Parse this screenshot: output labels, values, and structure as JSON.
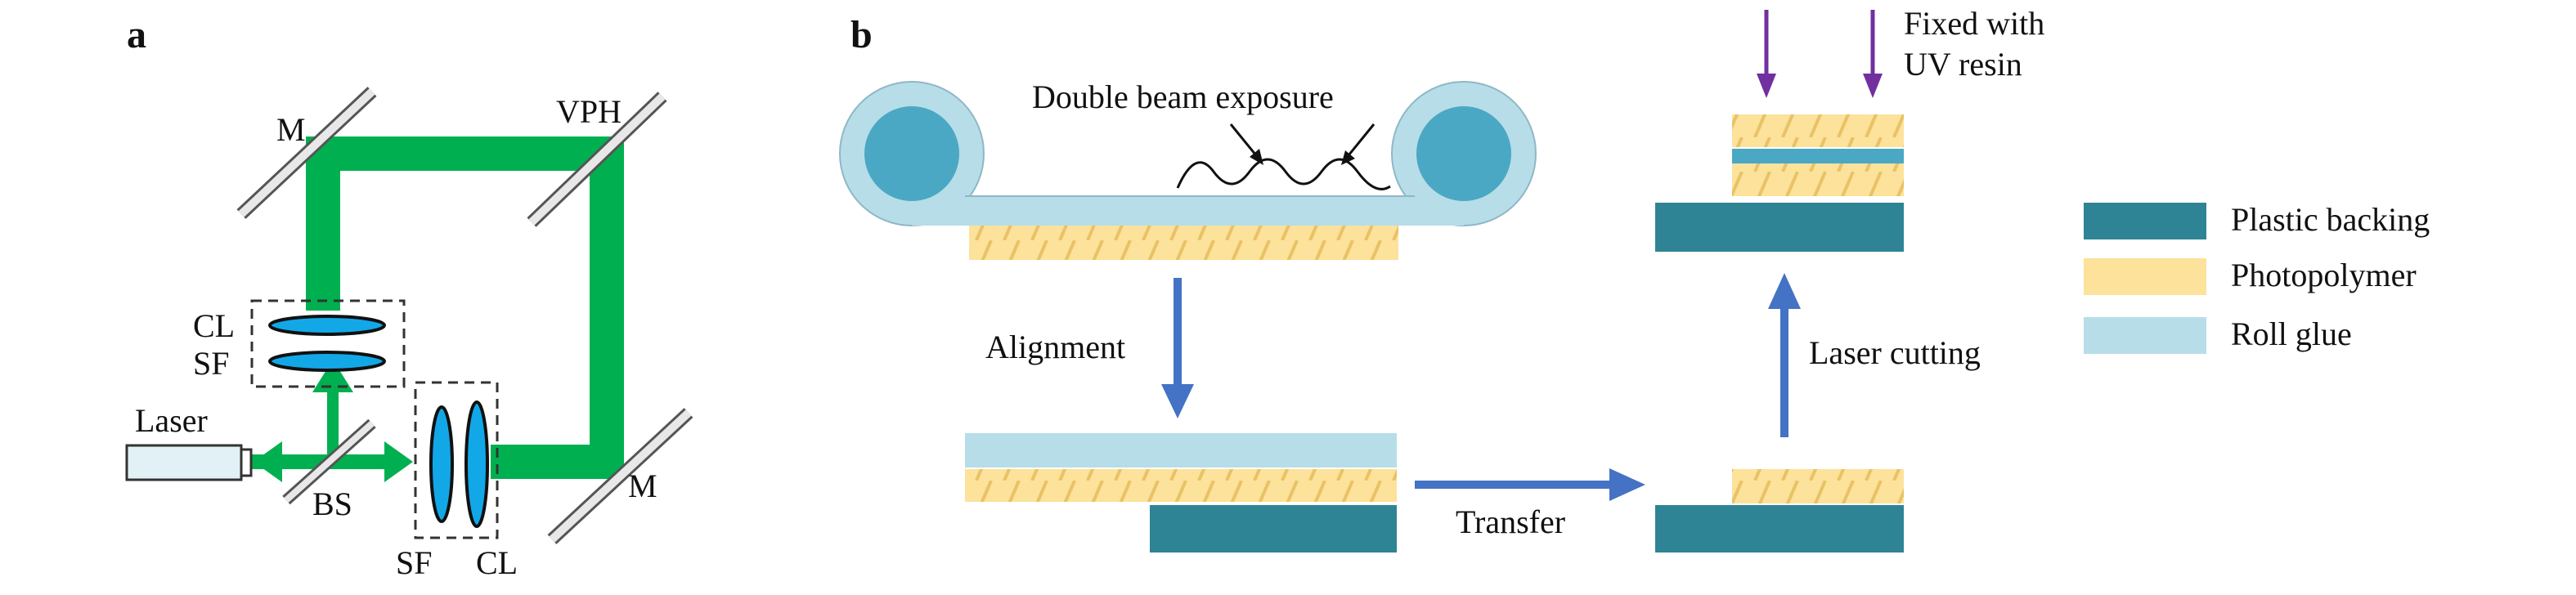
{
  "panels": {
    "a": {
      "label": "a",
      "labels": {
        "mirror_top": "M",
        "vph": "VPH",
        "cl_vertical": "CL",
        "sf_vertical": "SF",
        "laser": "Laser",
        "bs": "BS",
        "sf_horizontal": "SF",
        "cl_horizontal": "CL",
        "mirror_bottom": "M"
      }
    },
    "b": {
      "label": "b",
      "labels": {
        "double_beam": "Double beam exposure",
        "alignment": "Alignment",
        "transfer": "Transfer",
        "laser_cutting": "Laser cutting",
        "fixed_line1": "Fixed with",
        "fixed_line2": "UV resin"
      }
    }
  },
  "legend": [
    {
      "label": "Plastic backing",
      "color": "#2e8494"
    },
    {
      "label": "Photopolymer",
      "color": "#fce29a"
    },
    {
      "label": "Roll glue",
      "color": "#b7dde8"
    }
  ],
  "colors": {
    "beam": "#00b050",
    "lens": "#12a8e8",
    "arrow": "#4472c4",
    "uv_arrow": "#7030a0",
    "roller": "#4aa8c4"
  }
}
